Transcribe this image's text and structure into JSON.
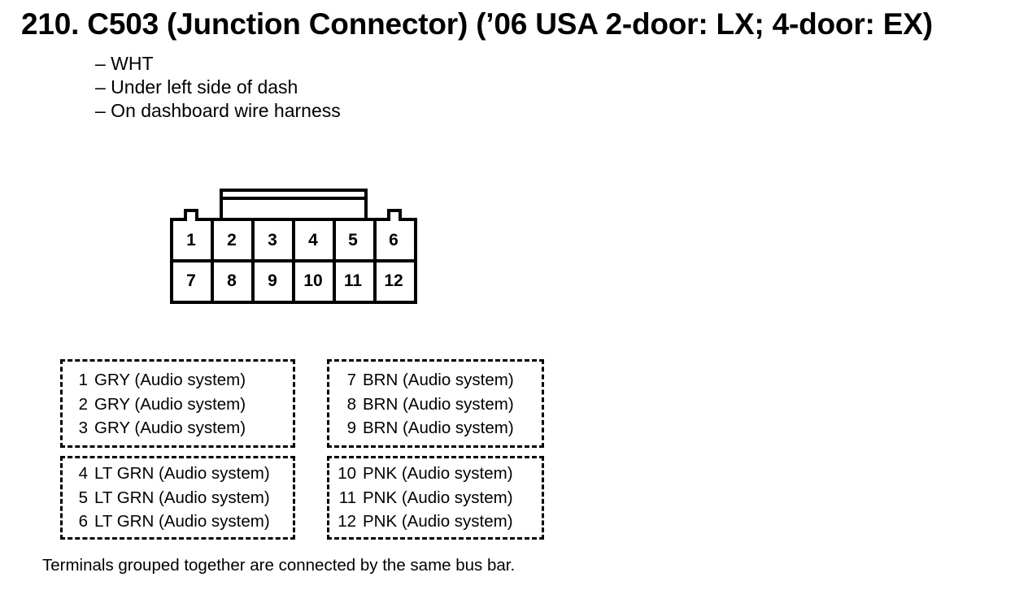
{
  "title": "210. C503 (Junction Connector) (’06 USA 2-door: LX; 4-door: EX)",
  "details": [
    "– WHT",
    "– Under left side of dash",
    "– On dashboard wire harness"
  ],
  "connector": {
    "top_row": [
      "1",
      "2",
      "3",
      "4",
      "5",
      "6"
    ],
    "bottom_row": [
      "7",
      "8",
      "9",
      "10",
      "11",
      "12"
    ]
  },
  "groups": [
    {
      "rows": [
        {
          "num": "1",
          "text": "GRY (Audio system)"
        },
        {
          "num": "2",
          "text": "GRY (Audio system)"
        },
        {
          "num": "3",
          "text": "GRY (Audio system)"
        }
      ]
    },
    {
      "rows": [
        {
          "num": "7",
          "text": "BRN (Audio system)"
        },
        {
          "num": "8",
          "text": "BRN (Audio system)"
        },
        {
          "num": "9",
          "text": "BRN (Audio system)"
        }
      ]
    },
    {
      "rows": [
        {
          "num": "4",
          "text": "LT GRN (Audio system)"
        },
        {
          "num": "5",
          "text": "LT GRN (Audio system)"
        },
        {
          "num": "6",
          "text": "LT GRN (Audio system)"
        }
      ]
    },
    {
      "rows": [
        {
          "num": "10",
          "text": "PNK (Audio system)"
        },
        {
          "num": "11",
          "text": "PNK (Audio system)"
        },
        {
          "num": "12",
          "text": "PNK (Audio system)"
        }
      ]
    }
  ],
  "footnote": "Terminals grouped together are connected by the same bus bar."
}
